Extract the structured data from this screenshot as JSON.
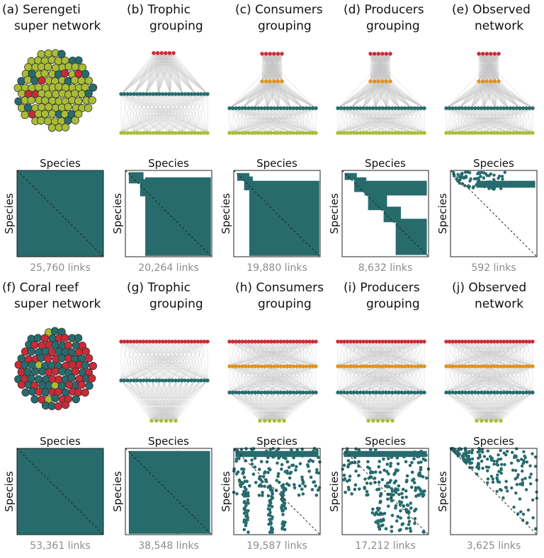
{
  "colors": {
    "teal": "#276b6d",
    "green": "#a9bd34",
    "red": "#cc2a36",
    "orange": "#e0921e",
    "link": "#c4c4c4",
    "label_gray": "#8c8c8c"
  },
  "axis_label": "Species",
  "rows": [
    {
      "name": "serengeti",
      "panels": [
        {
          "id": "a",
          "title": [
            "(a) Serengeti",
            "super network"
          ],
          "kind": "ball",
          "mix": {
            "green": 0.8,
            "teal": 0.14,
            "red": 0.06
          },
          "matrix": "full",
          "links": "25,760 links"
        },
        {
          "id": "b",
          "title": [
            "(b) Trophic",
            "grouping"
          ],
          "kind": "layers",
          "layers": [
            "red-small",
            "teal-wide",
            "green-wide"
          ],
          "matrix": "trophic",
          "links": "20,264 links"
        },
        {
          "id": "c",
          "title": [
            "(c) Consumers",
            "grouping"
          ],
          "kind": "layers",
          "layers": [
            "red-small",
            "orange-small",
            "teal-wide",
            "green-wide"
          ],
          "matrix": "consumers",
          "links": "19,880 links"
        },
        {
          "id": "d",
          "title": [
            "(d) Producers",
            "grouping"
          ],
          "kind": "layers",
          "layers": [
            "red-small",
            "orange-small",
            "teal-wide",
            "green-wide"
          ],
          "matrix": "producers",
          "links": "8,632 links"
        },
        {
          "id": "e",
          "title": [
            "(e) Observed",
            "network"
          ],
          "kind": "layers",
          "layers": [
            "red-small",
            "orange-small",
            "teal-wide",
            "green-wide"
          ],
          "matrix": "observed",
          "links": "592 links"
        }
      ]
    },
    {
      "name": "coral",
      "panels": [
        {
          "id": "f",
          "title": [
            "(f) Coral reef",
            "super network"
          ],
          "kind": "ball",
          "mix": {
            "green": 0.03,
            "teal": 0.5,
            "red": 0.47
          },
          "matrix": "full",
          "links": "53,361 links"
        },
        {
          "id": "g",
          "title": [
            "(g) Trophic",
            "grouping"
          ],
          "kind": "layers",
          "layers": [
            "red-wide",
            "teal-wide",
            "green-small"
          ],
          "matrix": "trophic",
          "links": "38,548 links"
        },
        {
          "id": "h",
          "title": [
            "(h) Consumers",
            "grouping"
          ],
          "kind": "layers",
          "layers": [
            "red-wide",
            "orange-wide",
            "teal-wide",
            "green-small"
          ],
          "matrix": "consumers",
          "links": "19,587 links"
        },
        {
          "id": "i",
          "title": [
            "(i) Producers",
            "grouping"
          ],
          "kind": "layers",
          "layers": [
            "red-wide",
            "orange-wide",
            "teal-wide",
            "green-small"
          ],
          "matrix": "producers",
          "links": "17,212 links"
        },
        {
          "id": "j",
          "title": [
            "(j) Observed",
            "network"
          ],
          "kind": "layers",
          "layers": [
            "red-wide",
            "orange-wide",
            "teal-wide",
            "green-small"
          ],
          "matrix": "observed",
          "links": "3,625 links"
        }
      ]
    }
  ]
}
